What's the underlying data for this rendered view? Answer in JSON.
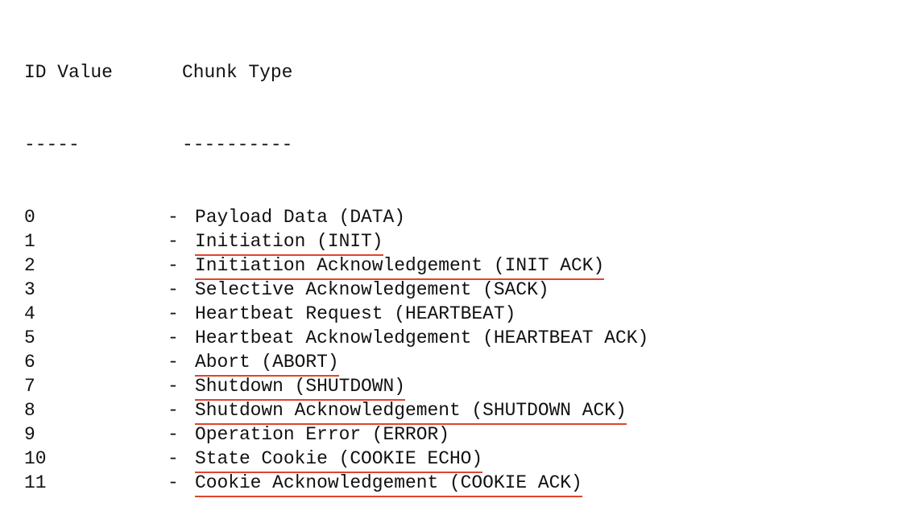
{
  "headers": {
    "id": "ID Value",
    "type": "Chunk Type",
    "id_rule": "-----",
    "type_rule": "----------"
  },
  "accent_underline_color": "#e0442c",
  "rows": [
    {
      "id": "0",
      "dash": "-",
      "type": "Payload Data (DATA)",
      "underlined": false
    },
    {
      "id": "1",
      "dash": "-",
      "type": "Initiation (INIT)",
      "underlined": true
    },
    {
      "id": "2",
      "dash": "-",
      "type": "Initiation Acknowledgement (INIT ACK)",
      "underlined": true
    },
    {
      "id": "3",
      "dash": "-",
      "type": "Selective Acknowledgement (SACK)",
      "underlined": false
    },
    {
      "id": "4",
      "dash": "-",
      "type": "Heartbeat Request (HEARTBEAT)",
      "underlined": false
    },
    {
      "id": "5",
      "dash": "-",
      "type": "Heartbeat Acknowledgement (HEARTBEAT ACK)",
      "underlined": false
    },
    {
      "id": "6",
      "dash": "-",
      "type": "Abort (ABORT)",
      "underlined": true
    },
    {
      "id": "7",
      "dash": "-",
      "type": "Shutdown (SHUTDOWN)",
      "underlined": true
    },
    {
      "id": "8",
      "dash": "-",
      "type": "Shutdown Acknowledgement (SHUTDOWN ACK)",
      "underlined": true
    },
    {
      "id": "9",
      "dash": "-",
      "type": "Operation Error (ERROR)",
      "underlined": false
    },
    {
      "id": "10",
      "dash": "-",
      "type": "State Cookie (COOKIE ECHO)",
      "underlined": true
    },
    {
      "id": "11",
      "dash": "-",
      "type": "Cookie Acknowledgement (COOKIE ACK)",
      "underlined": true
    }
  ]
}
